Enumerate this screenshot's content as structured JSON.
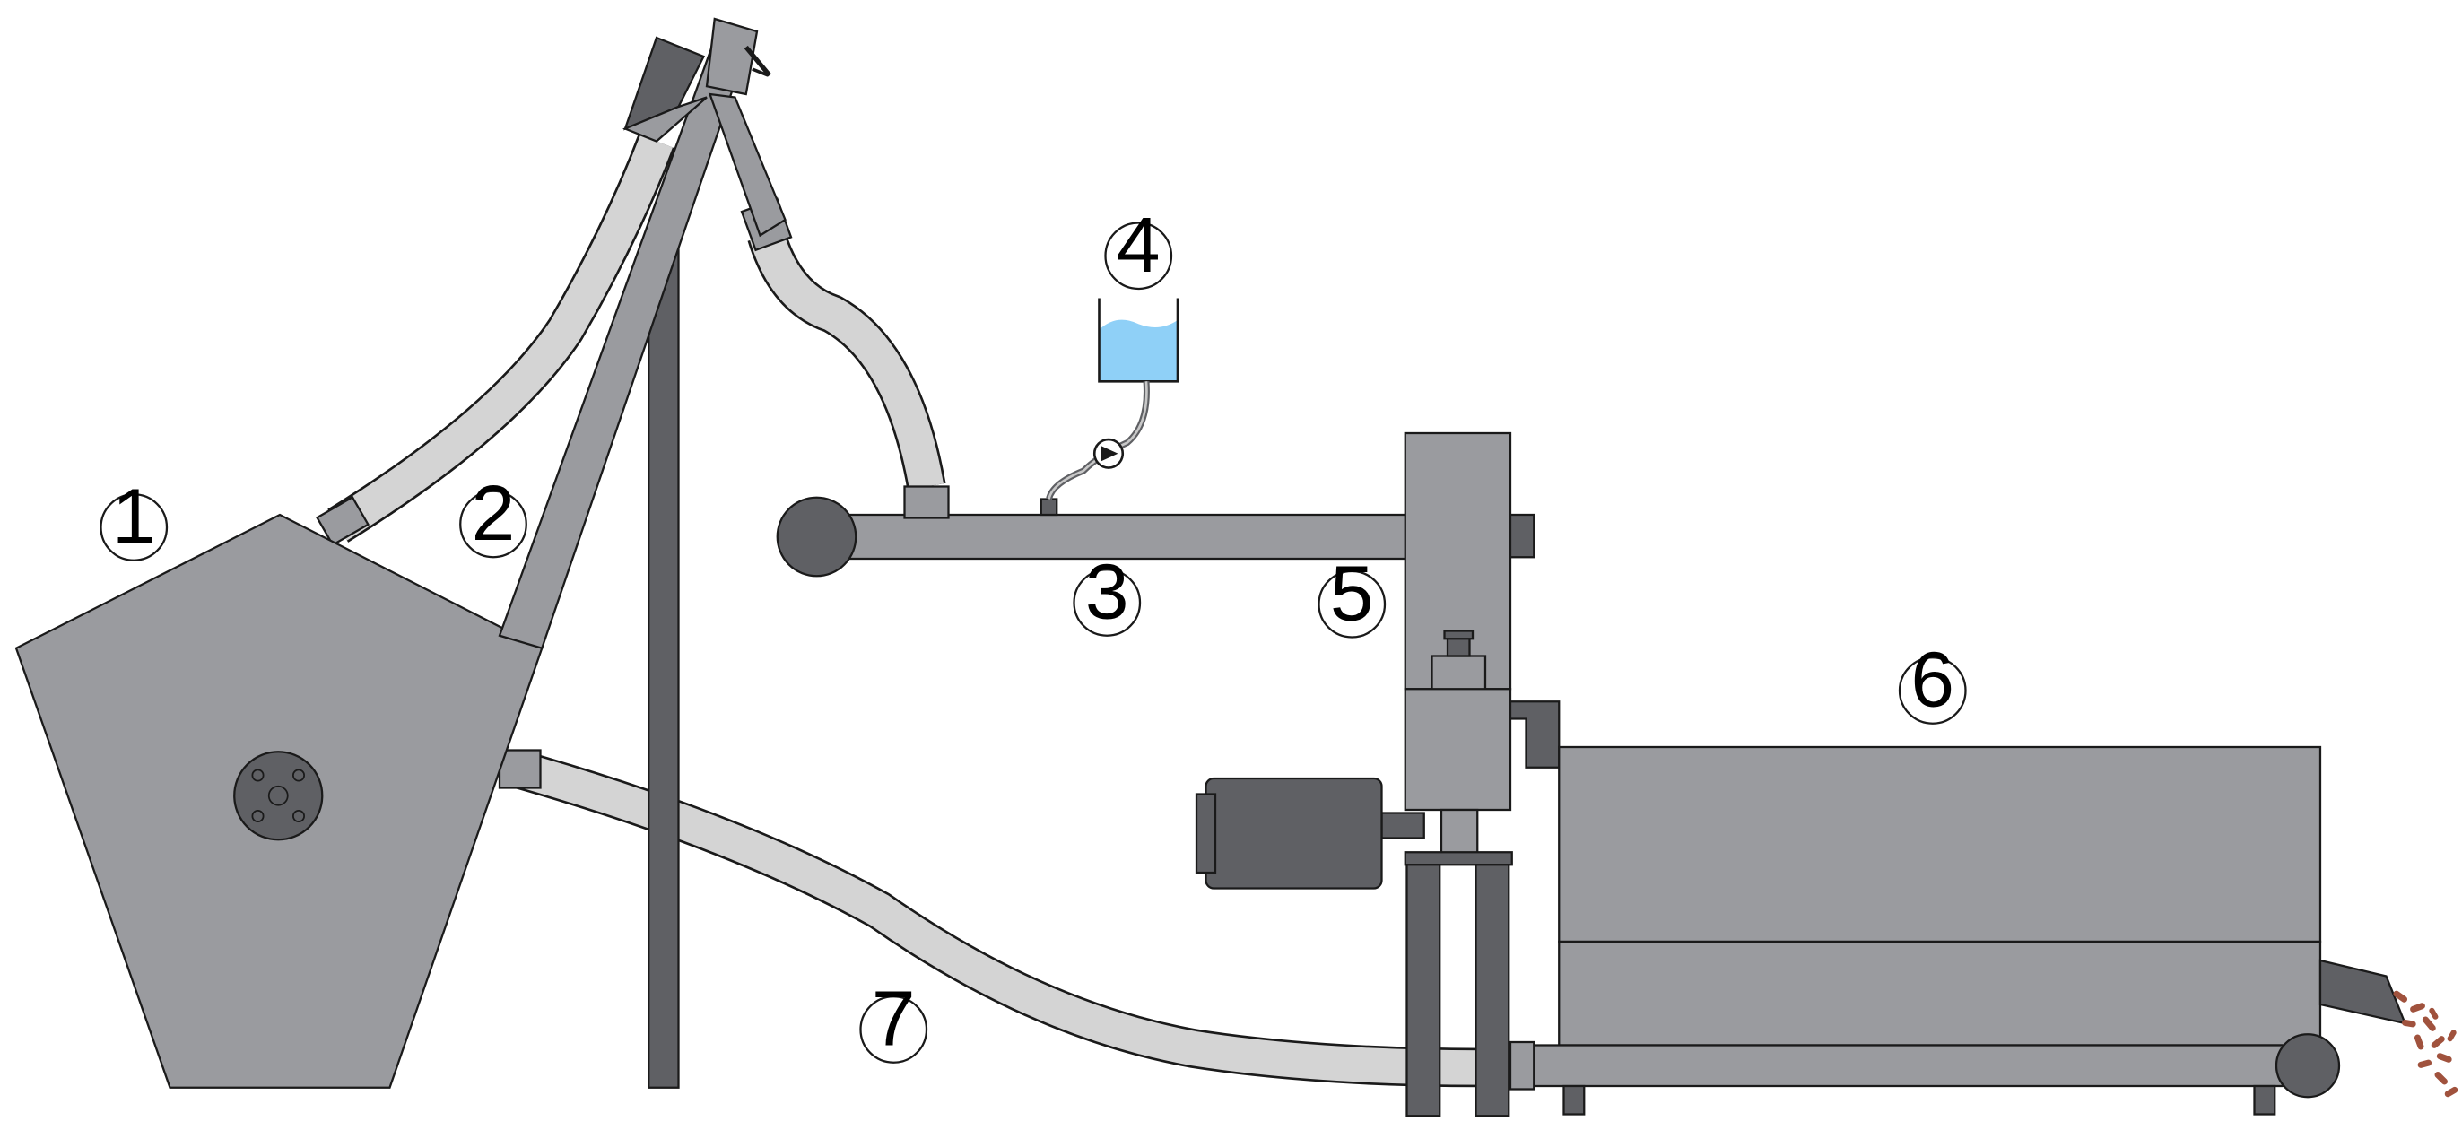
{
  "labels": [
    {
      "id": "1",
      "text": "1"
    },
    {
      "id": "2",
      "text": "2"
    },
    {
      "id": "3",
      "text": "3"
    },
    {
      "id": "4",
      "text": "4"
    },
    {
      "id": "5",
      "text": "5"
    },
    {
      "id": "6",
      "text": "6"
    },
    {
      "id": "7",
      "text": "7"
    }
  ],
  "colors": {
    "machine": "#9a9b9f",
    "dark": "#5f6064",
    "hose": "#d4d4d4",
    "water": "#8fd0f7",
    "pellets": "#a0523d",
    "outline": "#1a1a1a"
  }
}
